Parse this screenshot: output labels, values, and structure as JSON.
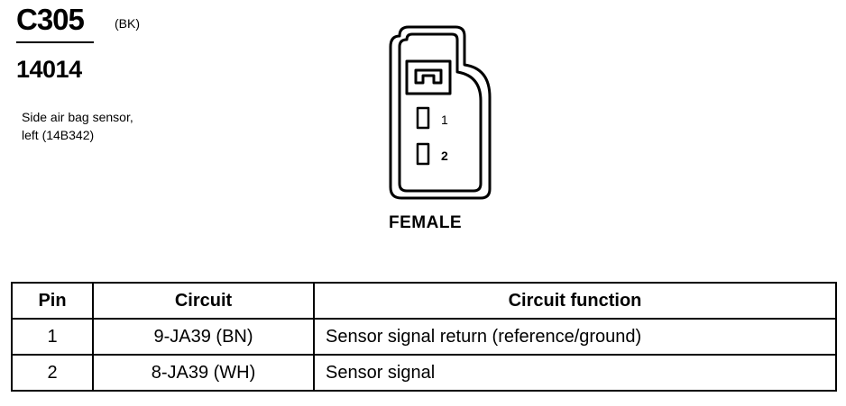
{
  "connector": {
    "id": "C305",
    "color_code": "(BK)",
    "part_number": "14014",
    "description_lines": [
      "Side air bag sensor,",
      "left (14B342)"
    ]
  },
  "diagram": {
    "gender": "FEMALE",
    "pin_labels": [
      "1",
      "2"
    ]
  },
  "pin_table": {
    "headers": [
      "Pin",
      "Circuit",
      "Circuit function"
    ],
    "rows": [
      {
        "pin": "1",
        "circuit": "9-JA39 (BN)",
        "function": "Sensor signal return (reference/ground)"
      },
      {
        "pin": "2",
        "circuit": "8-JA39 (WH)",
        "function": "Sensor signal"
      }
    ]
  }
}
